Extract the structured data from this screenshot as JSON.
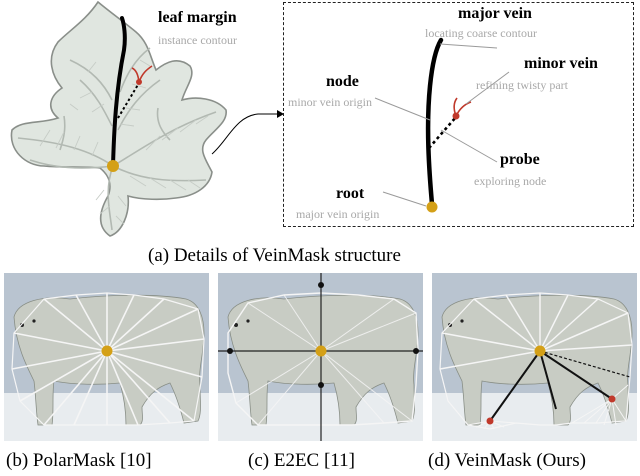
{
  "leaf_labels": {
    "leaf_margin": "leaf margin",
    "instance_contour": "instance contour"
  },
  "detail_labels": {
    "major_vein": "major vein",
    "locating": "locating coarse contour",
    "minor_vein": "minor vein",
    "refining": "refining twisty part",
    "node": "node",
    "minor_vein_origin": "minor vein origin",
    "probe": "probe",
    "exploring": "exploring node",
    "root": "root",
    "major_vein_origin": "major vein origin"
  },
  "captions": {
    "a": "(a) Details of VeinMask structure",
    "b": "(b) PolarMask [10]",
    "c": "(c) E2EC [11]",
    "d": "(d) VeinMask (Ours)"
  },
  "colors": {
    "root_dot": "#d4a017",
    "probe_dot": "#c0392b",
    "minor_vein": "#c0392b",
    "leaf_fill": "#dfe5df",
    "bear_fill": "#c8ccc4",
    "snow_bg": "#b7c2cf"
  }
}
